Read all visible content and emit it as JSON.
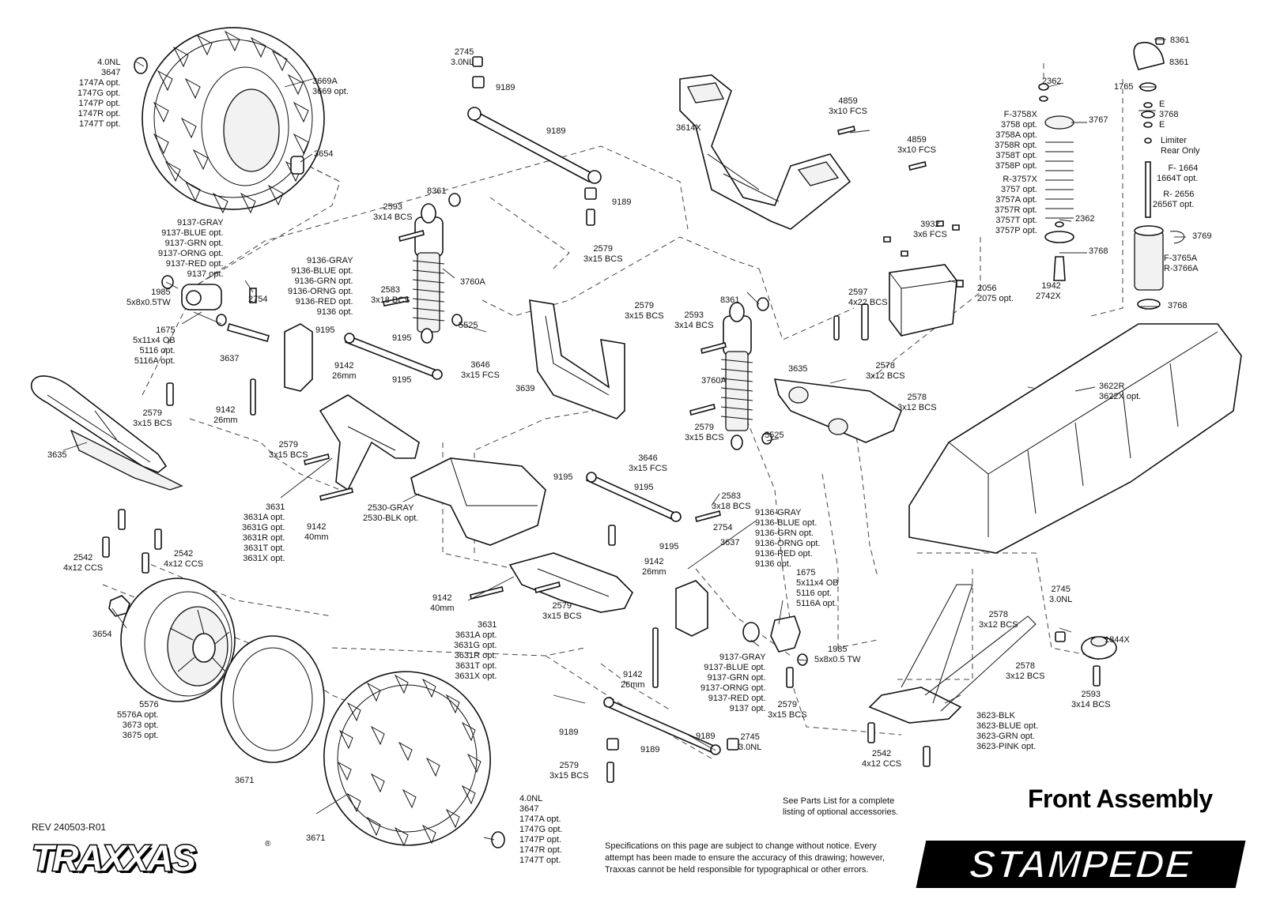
{
  "diagram": {
    "title": "Front Assembly",
    "revision": "REV 240503-R01",
    "note": [
      "See Parts List for a complete",
      "listing of optional accessories."
    ],
    "disclaimer": [
      "Specifications on this page are subject to change without notice.  Every",
      "attempt has been made to ensure the accuracy of this drawing; however,",
      "Traxxas cannot be held responsible for typographical or other errors."
    ],
    "brand_logo": "TRAXXAS",
    "brand_reg": "®",
    "model_logo": "STAMPEDE"
  },
  "labels": [
    {
      "id": "p01",
      "lines": [
        "4.0NL",
        "3647",
        "1747A opt.",
        "1747G opt.",
        "1747P opt.",
        "1747R opt.",
        "1747T opt."
      ]
    },
    {
      "id": "p02",
      "lines": [
        "3669A",
        "3669 opt."
      ]
    },
    {
      "id": "p03",
      "lines": [
        "3654"
      ]
    },
    {
      "id": "p04",
      "lines": [
        "2745",
        "3.0NL"
      ]
    },
    {
      "id": "p05",
      "lines": [
        "9189"
      ]
    },
    {
      "id": "p06",
      "lines": [
        "9189"
      ]
    },
    {
      "id": "p07",
      "lines": [
        "9189"
      ]
    },
    {
      "id": "p08",
      "lines": [
        "2579",
        "3x15 BCS"
      ]
    },
    {
      "id": "p09",
      "lines": [
        "3614X"
      ]
    },
    {
      "id": "p10",
      "lines": [
        "4859",
        "3x10 FCS"
      ]
    },
    {
      "id": "p11",
      "lines": [
        "4859",
        "3x10 FCS"
      ]
    },
    {
      "id": "p12",
      "lines": [
        "2362"
      ]
    },
    {
      "id": "p13",
      "lines": [
        "F-3758X",
        "3758 opt.",
        "3758A opt.",
        "3758R opt.",
        "3758T opt.",
        "3758P opt."
      ]
    },
    {
      "id": "p14",
      "lines": [
        "3767"
      ]
    },
    {
      "id": "p15",
      "lines": [
        "R-3757X",
        "3757 opt.",
        "3757A opt.",
        "3757R opt.",
        "3757T opt.",
        "3757P opt."
      ]
    },
    {
      "id": "p16",
      "lines": [
        "2362"
      ]
    },
    {
      "id": "p17",
      "lines": [
        "3768"
      ]
    },
    {
      "id": "p18",
      "lines": [
        "1942",
        "2742X"
      ]
    },
    {
      "id": "p19",
      "lines": [
        "8361"
      ]
    },
    {
      "id": "p20",
      "lines": [
        "8361"
      ]
    },
    {
      "id": "p21",
      "lines": [
        "1765"
      ]
    },
    {
      "id": "p22",
      "lines": [
        "E",
        "3768",
        "E"
      ]
    },
    {
      "id": "p23",
      "lines": [
        "Limiter",
        "Rear Only"
      ]
    },
    {
      "id": "p24",
      "lines": [
        "F- 1664",
        "1664T opt."
      ]
    },
    {
      "id": "p25",
      "lines": [
        "R- 2656",
        "2656T opt."
      ]
    },
    {
      "id": "p26",
      "lines": [
        "3769"
      ]
    },
    {
      "id": "p27",
      "lines": [
        "F-3765A",
        "R-3766A"
      ]
    },
    {
      "id": "p28",
      "lines": [
        "3768"
      ]
    },
    {
      "id": "p29",
      "lines": [
        "9137-GRAY",
        "9137-BLUE opt.",
        "9137-GRN opt.",
        "9137-ORNG opt.",
        "9137-RED opt.",
        "9137 opt."
      ]
    },
    {
      "id": "p30",
      "lines": [
        "2593",
        "3x14 BCS"
      ]
    },
    {
      "id": "p31",
      "lines": [
        "8361"
      ]
    },
    {
      "id": "p32",
      "lines": [
        "3760A"
      ]
    },
    {
      "id": "p33",
      "lines": [
        "9136-GRAY",
        "9136-BLUE opt.",
        "9136-GRN opt.",
        "9136-ORNG opt.",
        "9136-RED opt.",
        "9136 opt."
      ]
    },
    {
      "id": "p34",
      "lines": [
        "2583",
        "3x18 BCS"
      ]
    },
    {
      "id": "p35",
      "lines": [
        "5525"
      ]
    },
    {
      "id": "p36",
      "lines": [
        "3646",
        "3x15 FCS"
      ]
    },
    {
      "id": "p37",
      "lines": [
        "1985",
        "5x8x0.5TW"
      ]
    },
    {
      "id": "p38",
      "lines": [
        "2754"
      ]
    },
    {
      "id": "p39",
      "lines": [
        "9195"
      ]
    },
    {
      "id": "p40",
      "lines": [
        "9195"
      ]
    },
    {
      "id": "p41",
      "lines": [
        "9195"
      ]
    },
    {
      "id": "p42",
      "lines": [
        "1675",
        "5x11x4 OB",
        "5116 opt.",
        "5116A opt."
      ]
    },
    {
      "id": "p43",
      "lines": [
        "3637"
      ]
    },
    {
      "id": "p44",
      "lines": [
        "9142",
        "26mm"
      ]
    },
    {
      "id": "p45",
      "lines": [
        "9142",
        "26mm"
      ]
    },
    {
      "id": "p46",
      "lines": [
        "2579",
        "3x15 BCS"
      ]
    },
    {
      "id": "p47",
      "lines": [
        "3635"
      ]
    },
    {
      "id": "p48",
      "lines": [
        "2579",
        "3x15 BCS"
      ]
    },
    {
      "id": "p49",
      "lines": [
        "3631",
        "3631A opt.",
        "3631G opt.",
        "3631R opt.",
        "3631T opt.",
        "3631X opt."
      ]
    },
    {
      "id": "p50",
      "lines": [
        "9142",
        "40mm"
      ]
    },
    {
      "id": "p51",
      "lines": [
        "2530-GRAY",
        "2530-BLK opt."
      ]
    },
    {
      "id": "p52",
      "lines": [
        "2542",
        "4x12 CCS"
      ]
    },
    {
      "id": "p53",
      "lines": [
        "2542",
        "4x12 CCS"
      ]
    },
    {
      "id": "p54",
      "lines": [
        "3639"
      ]
    },
    {
      "id": "p55",
      "lines": [
        "2579",
        "3x15 BCS"
      ]
    },
    {
      "id": "p56",
      "lines": [
        "2593",
        "3x14 BCS"
      ]
    },
    {
      "id": "p57",
      "lines": [
        "8361"
      ]
    },
    {
      "id": "p58",
      "lines": [
        "3760A"
      ]
    },
    {
      "id": "p59",
      "lines": [
        "2579",
        "3x15 BCS"
      ]
    },
    {
      "id": "p60",
      "lines": [
        "5525"
      ]
    },
    {
      "id": "p61",
      "lines": [
        "3932",
        "3x6 FCS"
      ]
    },
    {
      "id": "p62",
      "lines": [
        "2597",
        "4x22 BCS"
      ]
    },
    {
      "id": "p63",
      "lines": [
        "2056",
        "2075 opt."
      ]
    },
    {
      "id": "p64",
      "lines": [
        "3635"
      ]
    },
    {
      "id": "p65",
      "lines": [
        "2578",
        "3x12 BCS"
      ]
    },
    {
      "id": "p66",
      "lines": [
        "2578",
        "3x12 BCS"
      ]
    },
    {
      "id": "p67",
      "lines": [
        "3622R",
        "3622X opt."
      ]
    },
    {
      "id": "p68",
      "lines": [
        "3646",
        "3x15 FCS"
      ]
    },
    {
      "id": "p69",
      "lines": [
        "9195"
      ]
    },
    {
      "id": "p70",
      "lines": [
        "9195"
      ]
    },
    {
      "id": "p71",
      "lines": [
        "9195"
      ]
    },
    {
      "id": "p72",
      "lines": [
        "2583",
        "3x18 BCS"
      ]
    },
    {
      "id": "p73",
      "lines": [
        "2754"
      ]
    },
    {
      "id": "p74",
      "lines": [
        "3637"
      ]
    },
    {
      "id": "p75",
      "lines": [
        "9136-GRAY",
        "9136-BLUE opt.",
        "9136-GRN opt.",
        "9136-ORNG opt.",
        "9136-RED opt.",
        "9136 opt."
      ]
    },
    {
      "id": "p76",
      "lines": [
        "1675",
        "5x11x4 OB",
        "5116 opt.",
        "5116A opt."
      ]
    },
    {
      "id": "p77",
      "lines": [
        "9142",
        "26mm"
      ]
    },
    {
      "id": "p78",
      "lines": [
        "9142",
        "40mm"
      ]
    },
    {
      "id": "p79",
      "lines": [
        "2579",
        "3x15 BCS"
      ]
    },
    {
      "id": "p80",
      "lines": [
        "3631",
        "3631A opt.",
        "3631G opt.",
        "3631R opt.",
        "3631T opt.",
        "3631X opt."
      ]
    },
    {
      "id": "p81",
      "lines": [
        "9137-GRAY",
        "9137-BLUE opt.",
        "9137-GRN opt.",
        "9137-ORNG opt.",
        "9137-RED opt.",
        "9137 opt."
      ]
    },
    {
      "id": "p82",
      "lines": [
        "1985",
        "5x8x0.5 TW"
      ]
    },
    {
      "id": "p83",
      "lines": [
        "2579",
        "3x15 BCS"
      ]
    },
    {
      "id": "p84",
      "lines": [
        "9142",
        "26mm"
      ]
    },
    {
      "id": "p85",
      "lines": [
        "3654"
      ]
    },
    {
      "id": "p86",
      "lines": [
        "5576",
        "5576A opt.",
        "3673 opt.",
        "3675 opt."
      ]
    },
    {
      "id": "p87",
      "lines": [
        "3671"
      ]
    },
    {
      "id": "p88",
      "lines": [
        "3671"
      ]
    },
    {
      "id": "p89",
      "lines": [
        "4.0NL",
        "3647",
        "1747A opt.",
        "1747G opt.",
        "1747P opt.",
        "1747R opt.",
        "1747T opt."
      ]
    },
    {
      "id": "p90",
      "lines": [
        "9189"
      ]
    },
    {
      "id": "p91",
      "lines": [
        "9189"
      ]
    },
    {
      "id": "p92",
      "lines": [
        "9189"
      ]
    },
    {
      "id": "p93",
      "lines": [
        "2745",
        "3.0NL"
      ]
    },
    {
      "id": "p94",
      "lines": [
        "2579",
        "3x15 BCS"
      ]
    },
    {
      "id": "p95",
      "lines": [
        "2745",
        "3.0NL"
      ]
    },
    {
      "id": "p96",
      "lines": [
        "2578",
        "3x12 BCS"
      ]
    },
    {
      "id": "p97",
      "lines": [
        "1844X"
      ]
    },
    {
      "id": "p98",
      "lines": [
        "2578",
        "3x12 BCS"
      ]
    },
    {
      "id": "p99",
      "lines": [
        "2593",
        "3x14 BCS"
      ]
    },
    {
      "id": "p100",
      "lines": [
        "3623-BLK",
        "3623-BLUE opt.",
        "3623-GRN opt.",
        "3623-PINK opt."
      ]
    },
    {
      "id": "p101",
      "lines": [
        "2542",
        "4x12 CCS"
      ]
    }
  ]
}
